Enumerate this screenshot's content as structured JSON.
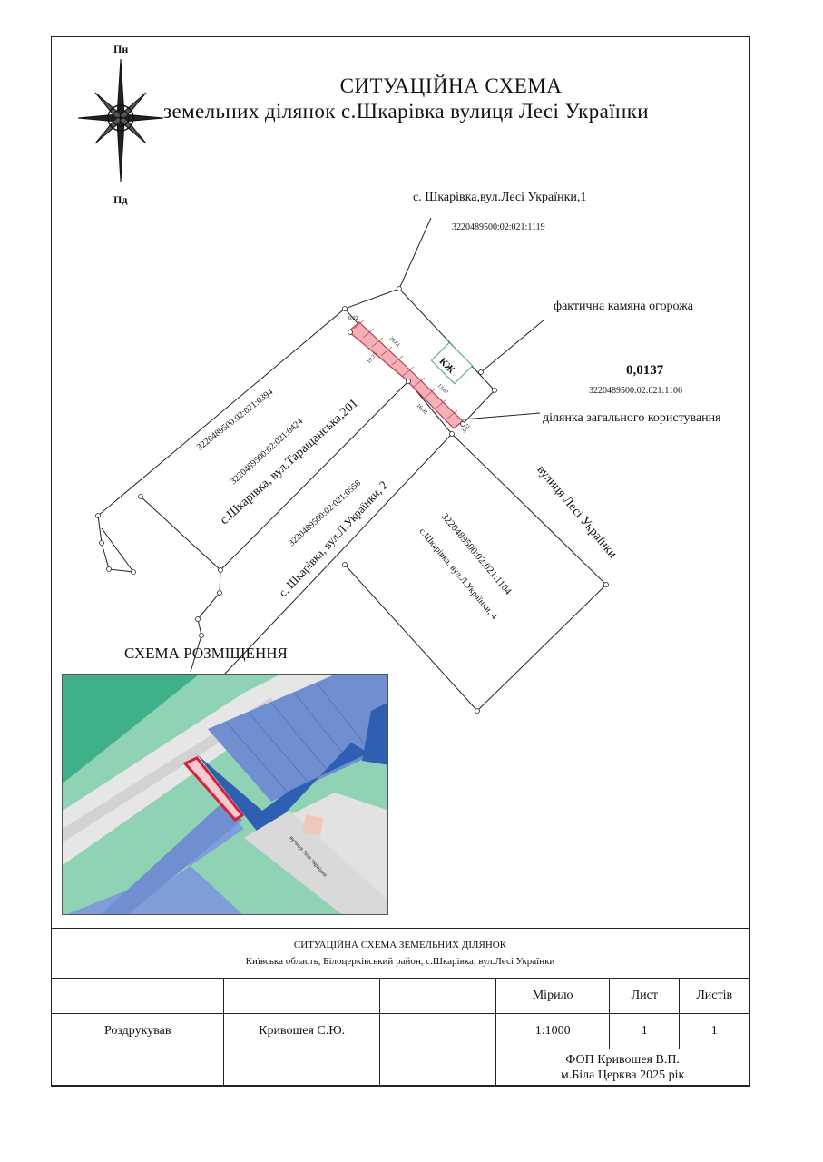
{
  "title": {
    "main": "СИТУАЦІЙНА СХЕМА",
    "sub": "земельних ділянок с.Шкарівка вулиця Лесі Українки"
  },
  "compass": {
    "north": "Пн",
    "south": "Пд"
  },
  "callouts": {
    "address_1": "с. Шкарівка,вул.Лесі Українки,1",
    "cadastre_1": "3220489500:02:021:1119",
    "fence": "фактична камяна огорожа",
    "area": "0,0137",
    "cadastre_area": "3220489500:02:021:1106",
    "common_use": "ділянка загального користування"
  },
  "parcels": {
    "p0394": "3220489500:02:021:0394",
    "p0424": "3220489500:02:021:0424",
    "p0424_addr": "с.Шкарівка, вул.Таращанська,201",
    "p0558": "3220489500:02:021:0558",
    "p0558_addr": "с. Шкарівка, вул.Л.Українки, 2",
    "p1104": "3220489500:02:021:1104",
    "p1104_addr": "с.Шкарівка, вул.Л.Українки, 4",
    "street": "вулиця Лесі Українки",
    "building": "КЖ"
  },
  "dimensions": [
    "6,02",
    "20,61",
    "19,25",
    "13,67",
    "16,08",
    "3,62"
  ],
  "location_scheme": {
    "title": "СХЕМА РОЗМІЩЕННЯ",
    "street_label": "вулиця Лесі Українки"
  },
  "colors": {
    "highlight": "#e06070",
    "parcel_blue": "#6f8fd0",
    "parcel_dark": "#2f5fb3",
    "greenery": "#8fd3b4",
    "road": "#e2e2e2"
  },
  "stamp": {
    "header_line1": "СИТУАЦІЙНА СХЕМА ЗЕМЕЛЬНИХ ДІЛЯНОК",
    "header_line2": "Київська область, Білоцерківський район, с.Шкарівка, вул.Лесі Українки",
    "scale_label": "Мірило",
    "sheet_label": "Лист",
    "sheets_label": "Листів",
    "printed_label": "Роздрукував",
    "printed_by": "Кривошея С.Ю.",
    "scale_value": "1:1000",
    "sheet_value": "1",
    "sheets_value": "1",
    "org_line1": "ФОП Кривошея В.П.",
    "org_line2": "м.Біла Церква 2025 рік"
  }
}
